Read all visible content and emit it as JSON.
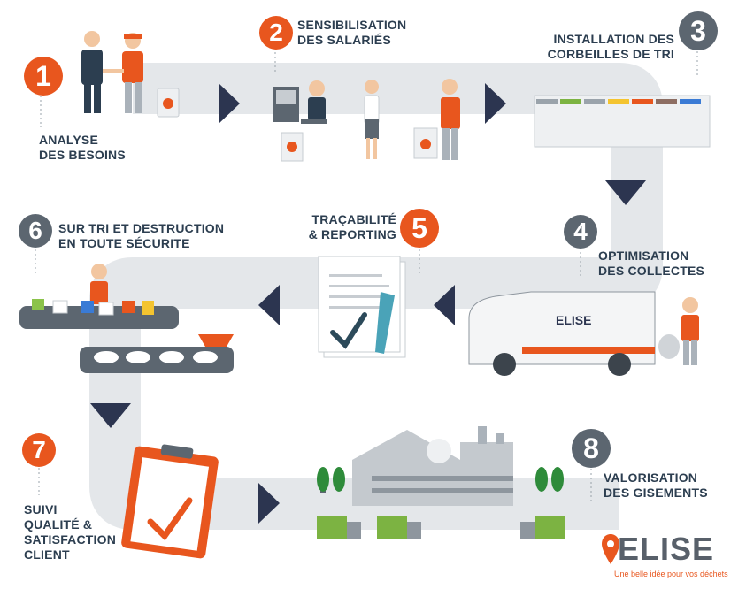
{
  "steps": [
    {
      "number": "1",
      "line1": "ANALYSE",
      "line2": "DES BESOINS",
      "line3": ""
    },
    {
      "number": "2",
      "line1": "SENSIBILISATION",
      "line2": "DES SALARIÉS",
      "line3": ""
    },
    {
      "number": "3",
      "line1": "INSTALLATION DES",
      "line2": "CORBEILLES DE TRI",
      "line3": ""
    },
    {
      "number": "4",
      "line1": "OPTIMISATION",
      "line2": "DES COLLECTES",
      "line3": ""
    },
    {
      "number": "5",
      "line1": "TRAÇABILITÉ",
      "line2": "& REPORTING",
      "line3": ""
    },
    {
      "number": "6",
      "line1": "SUR TRI ET DESTRUCTION",
      "line2": "EN TOUTE SÉCURITE",
      "line3": ""
    },
    {
      "number": "7",
      "line1": "SUIVI",
      "line2": "QUALITÉ &",
      "line3": "SATISFACTION",
      "line4": "CLIENT"
    },
    {
      "number": "8",
      "line1": "VALORISATION",
      "line2": "DES GISEMENTS",
      "line3": ""
    }
  ],
  "logo": {
    "word": "ELISE",
    "tagline": "Une belle idée pour vos déchets"
  },
  "colors": {
    "accent": "#e8561e",
    "gray": "#5c6670",
    "path": "#e4e7ea",
    "navy": "#2c3e50"
  }
}
